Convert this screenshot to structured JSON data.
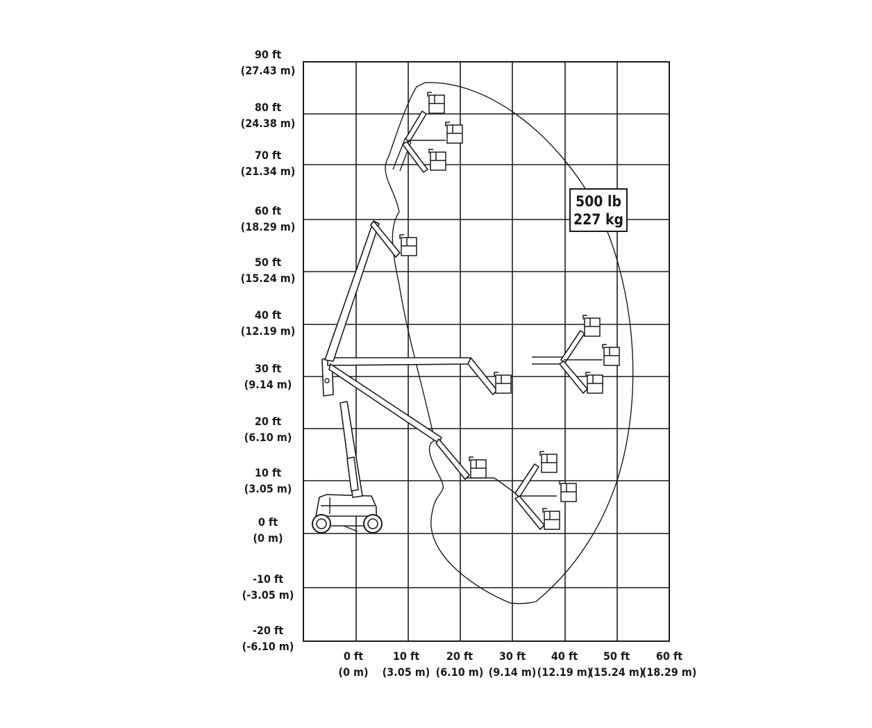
{
  "y_axis_labels": [
    {
      "ft": "90 ft",
      "m": "(27.43 m)"
    },
    {
      "ft": "80 ft",
      "m": "(24.38 m)"
    },
    {
      "ft": "70 ft",
      "m": "(21.34 m)"
    },
    {
      "ft": "60 ft",
      "m": "(18.29 m)"
    },
    {
      "ft": "50 ft",
      "m": "(15.24 m)"
    },
    {
      "ft": "40 ft",
      "m": "(12.19 m)"
    },
    {
      "ft": "30 ft",
      "m": "(9.14 m)"
    },
    {
      "ft": "20 ft",
      "m": "(6.10 m)"
    },
    {
      "ft": "10 ft",
      "m": "(3.05 m)"
    },
    {
      "ft": "0 ft",
      "m": "(0 m)"
    },
    {
      "ft": "-10 ft",
      "m": "(-3.05 m)"
    },
    {
      "ft": "-20 ft",
      "m": "(-6.10 m)"
    }
  ],
  "x_axis_labels": [
    {
      "ft": "0 ft",
      "m": "(0 m)"
    },
    {
      "ft": "10 ft",
      "m": "(3.05 m)"
    },
    {
      "ft": "20 ft",
      "m": "(6.10 m)"
    },
    {
      "ft": "30 ft",
      "m": "(9.14 m)"
    },
    {
      "ft": "40 ft",
      "m": "(12.19 m)"
    },
    {
      "ft": "50 ft",
      "m": "(15.24 m)"
    },
    {
      "ft": "60 ft",
      "m": "(18.29 m)"
    }
  ],
  "load_capacity": {
    "imperial": "500 lb",
    "metric": "227 kg"
  }
}
